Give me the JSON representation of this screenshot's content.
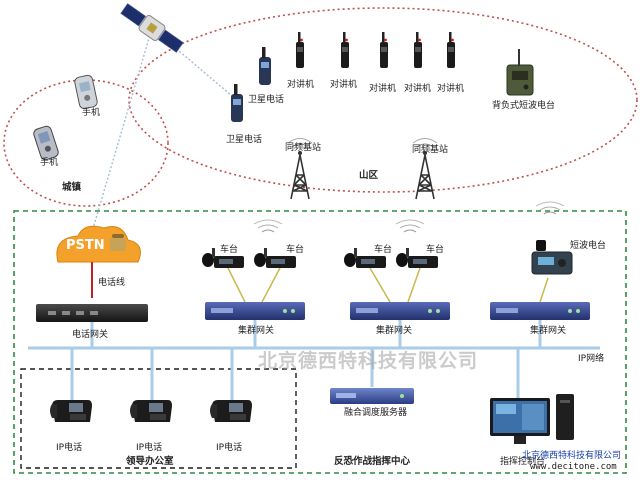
{
  "regions": {
    "town": "城镇",
    "mountain": "山区",
    "emergency_center": "反恐作战指挥中心",
    "leader_office": "领导办公室"
  },
  "town": {
    "phone1": "手机",
    "phone2": "手机"
  },
  "mountain": {
    "sat_phone1": "卫星电话",
    "sat_phone2": "卫星电话",
    "radios": [
      "对讲机",
      "对讲机",
      "对讲机",
      "对讲机",
      "对讲机"
    ],
    "backpack_radio": "背负式短波电台",
    "tower1": "同频基站",
    "tower2": "同频基站"
  },
  "network": {
    "pstn": "PSTN",
    "phone_line": "电话线",
    "phone_gateway": "电话网关",
    "vehicle_radio": "车台",
    "trunk_gateway": "集群网关",
    "shortwave_radio": "短波电台",
    "ip_network": "IP网络",
    "dispatch_server": "融合调度服务器",
    "dispatch_console": "指挥控制台"
  },
  "office": {
    "ip_phone": "IP电话"
  },
  "watermark": "北京德西特科技有限公司",
  "corner": {
    "company": "北京德西特科技有限公司",
    "url": "www.decitone.com"
  },
  "colors": {
    "dashed_red": "#c0504d",
    "dashed_green": "#2e8b3a",
    "ip_line": "#9ec5e8",
    "gateway": "#2f3f8f"
  }
}
